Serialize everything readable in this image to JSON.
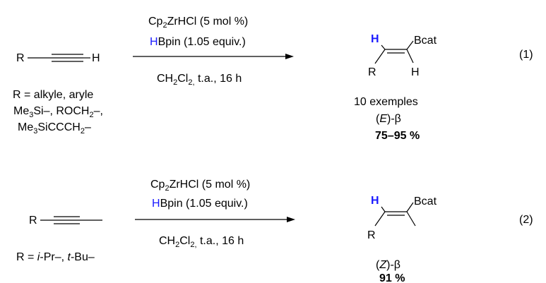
{
  "reaction1": {
    "substrate": {
      "r": "R",
      "h": "H"
    },
    "substituents": {
      "line1": "R = alkyle, aryle",
      "line2_a": "Me",
      "line2_b": "3",
      "line2_c": "Si–, ROCH",
      "line2_d": "2",
      "line2_e": "–,",
      "line3_a": "Me",
      "line3_b": "3",
      "line3_c": "SiCCCH",
      "line3_d": "2",
      "line3_e": "–"
    },
    "reagents": {
      "catalyst_a": "Cp",
      "catalyst_b": "2",
      "catalyst_c": "ZrHCl (5 mol %)",
      "borane_h": "H",
      "borane_rest": "Bpin (1.05 equiv.)",
      "cond_a": "CH",
      "cond_b": "2",
      "cond_c": "Cl",
      "cond_d": "2,",
      "cond_e": " t.a., 16 h"
    },
    "product": {
      "h_top": "H",
      "bcat": "Bcat",
      "r": "R",
      "h_bottom": "H"
    },
    "result": {
      "examples": "10 exemples",
      "stereo_open": "(",
      "stereo_letter": "E",
      "stereo_close": ")-β",
      "yield": "75–95 %"
    },
    "number": "(1)"
  },
  "reaction2": {
    "substrate": {
      "r": "R"
    },
    "substituents": {
      "a": "R = ",
      "b": "i",
      "c": "-Pr–, ",
      "d": "t",
      "e": "-Bu–"
    },
    "reagents": {
      "catalyst_a": "Cp",
      "catalyst_b": "2",
      "catalyst_c": "ZrHCl (5 mol %)",
      "borane_h": "H",
      "borane_rest": "Bpin (1.05 equiv.)",
      "cond_a": "CH",
      "cond_b": "2",
      "cond_c": "Cl",
      "cond_d": "2,",
      "cond_e": " t.a., 16 h"
    },
    "product": {
      "h_top": "H",
      "bcat": "Bcat",
      "r": "R"
    },
    "result": {
      "stereo_open": "(",
      "stereo_letter": "Z",
      "stereo_close": ")-β",
      "yield": "91 %"
    },
    "number": "(2)"
  },
  "colors": {
    "highlight_h": "#1a1aff",
    "text": "#000000"
  }
}
